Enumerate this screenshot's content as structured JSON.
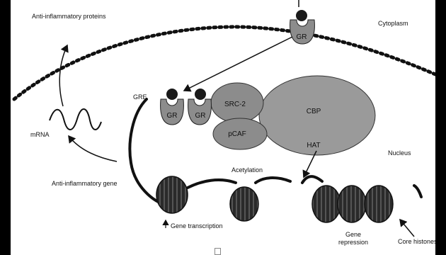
{
  "labels": {
    "anti_inflammatory_proteins": "Anti-inflammatory proteins",
    "cytoplasm": "Cytoplasm",
    "nucleus": "Nucleus",
    "gre": "GRE",
    "mrna": "mRNA",
    "anti_inflammatory_gene": "Anti-inflammatory gene",
    "gene_transcription": "Gene transcription",
    "acetylation": "Acetylation",
    "gene_repression_line1": "Gene",
    "gene_repression_line2": "repression",
    "core_histones": "Core histones"
  },
  "proteins": {
    "gr_cytoplasm": "GR",
    "gr_bound_1": "GR",
    "gr_bound_2": "GR",
    "src2": "SRC-2",
    "pcaf": "pCAF",
    "cbp": "CBP",
    "hat": "HAT"
  },
  "colors": {
    "background": "#ffffff",
    "protein_fill": "#8c8c8c",
    "cbp_fill": "#9a9a9a",
    "ligand": "#1a1a1a",
    "histone": "#2a2a2a",
    "dna": "#111111"
  }
}
